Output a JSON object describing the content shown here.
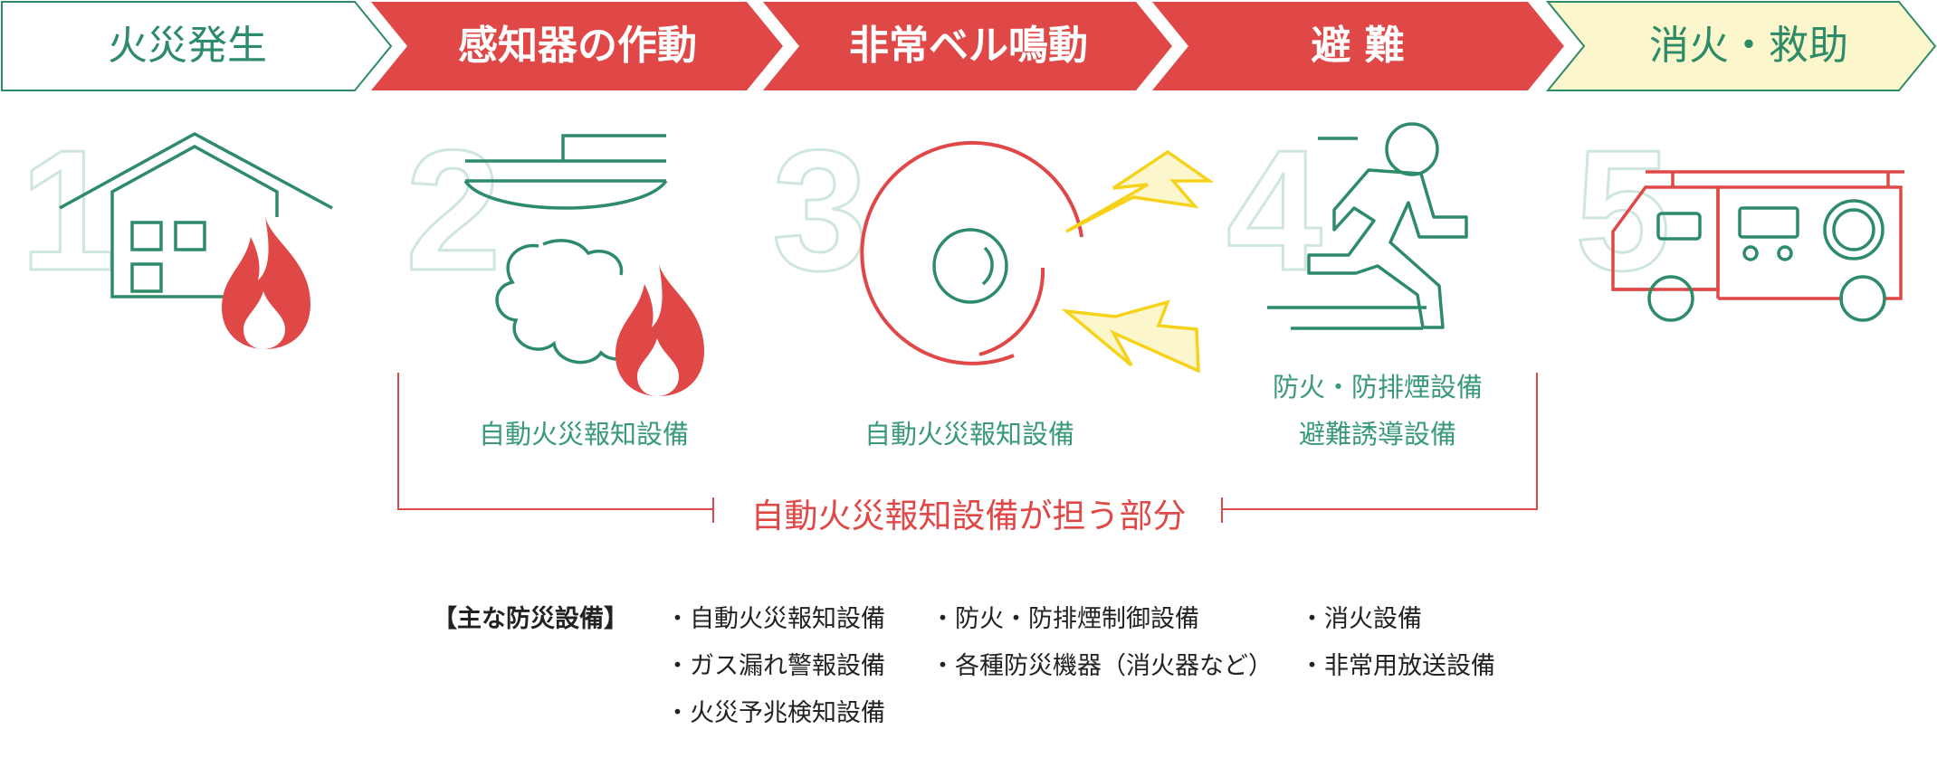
{
  "steps": [
    {
      "label": "火災発生",
      "number": "1"
    },
    {
      "label": "感知器の作動",
      "number": "2"
    },
    {
      "label": "非常ベル鳴動",
      "number": "3"
    },
    {
      "label": "避 難",
      "number": "4"
    },
    {
      "label": "消火・救助",
      "number": "5"
    }
  ],
  "step_labels": {
    "step2": "自動火災報知設備",
    "step3": "自動火災報知設備",
    "step4_line1": "防火・防排煙設備",
    "step4_line2": "避難誘導設備"
  },
  "bracket_label": "自動火災報知設備が担う部分",
  "equipment": {
    "heading": "【主な防災設備】",
    "col1": [
      "・自動火災報知設備",
      "・ガス漏れ警報設備",
      "・火災予兆検知設備"
    ],
    "col2": [
      "・防火・防排煙制御設備",
      "・各種防災機器（消火器など）"
    ],
    "col3": [
      "・消火設備",
      "・非常用放送設備"
    ]
  },
  "colors": {
    "green": "#2e8b68",
    "red": "#e04848",
    "yellow": "#f7d21b",
    "light_yellow": "#fcf6cc",
    "number_outline": "#cfe6dc"
  }
}
